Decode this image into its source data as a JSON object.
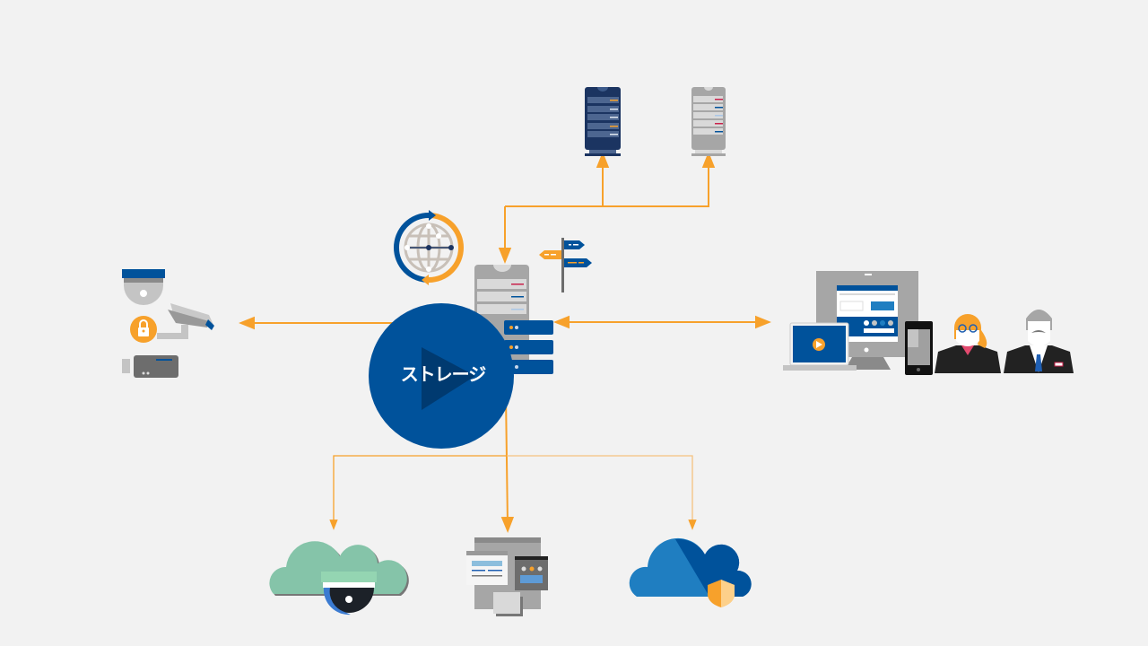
{
  "slide": {
    "background": "#f2f2f2",
    "center_node": {
      "label": "ストレージ",
      "color": "#00529b",
      "icon": "play-icon"
    },
    "colors": {
      "arrow": "#f7a12b",
      "navy": "#1b3461",
      "blue": "#00529b",
      "gray": "#a6a6a6"
    },
    "nodes": [
      {
        "id": "server-dark",
        "icon": "server-icon"
      },
      {
        "id": "server-gray",
        "icon": "server-icon"
      },
      {
        "id": "global-sync",
        "icon": "globe-sync-icon"
      },
      {
        "id": "signpost",
        "icon": "signpost-icon"
      },
      {
        "id": "cameras",
        "icon": "security-camera-icon"
      },
      {
        "id": "devices-users",
        "icon": "devices-and-users-icon"
      },
      {
        "id": "cloud-surveillance",
        "icon": "cloud-camera-icon"
      },
      {
        "id": "applications",
        "icon": "app-windows-icon"
      },
      {
        "id": "cloud-secure",
        "icon": "cloud-shield-icon"
      }
    ]
  }
}
